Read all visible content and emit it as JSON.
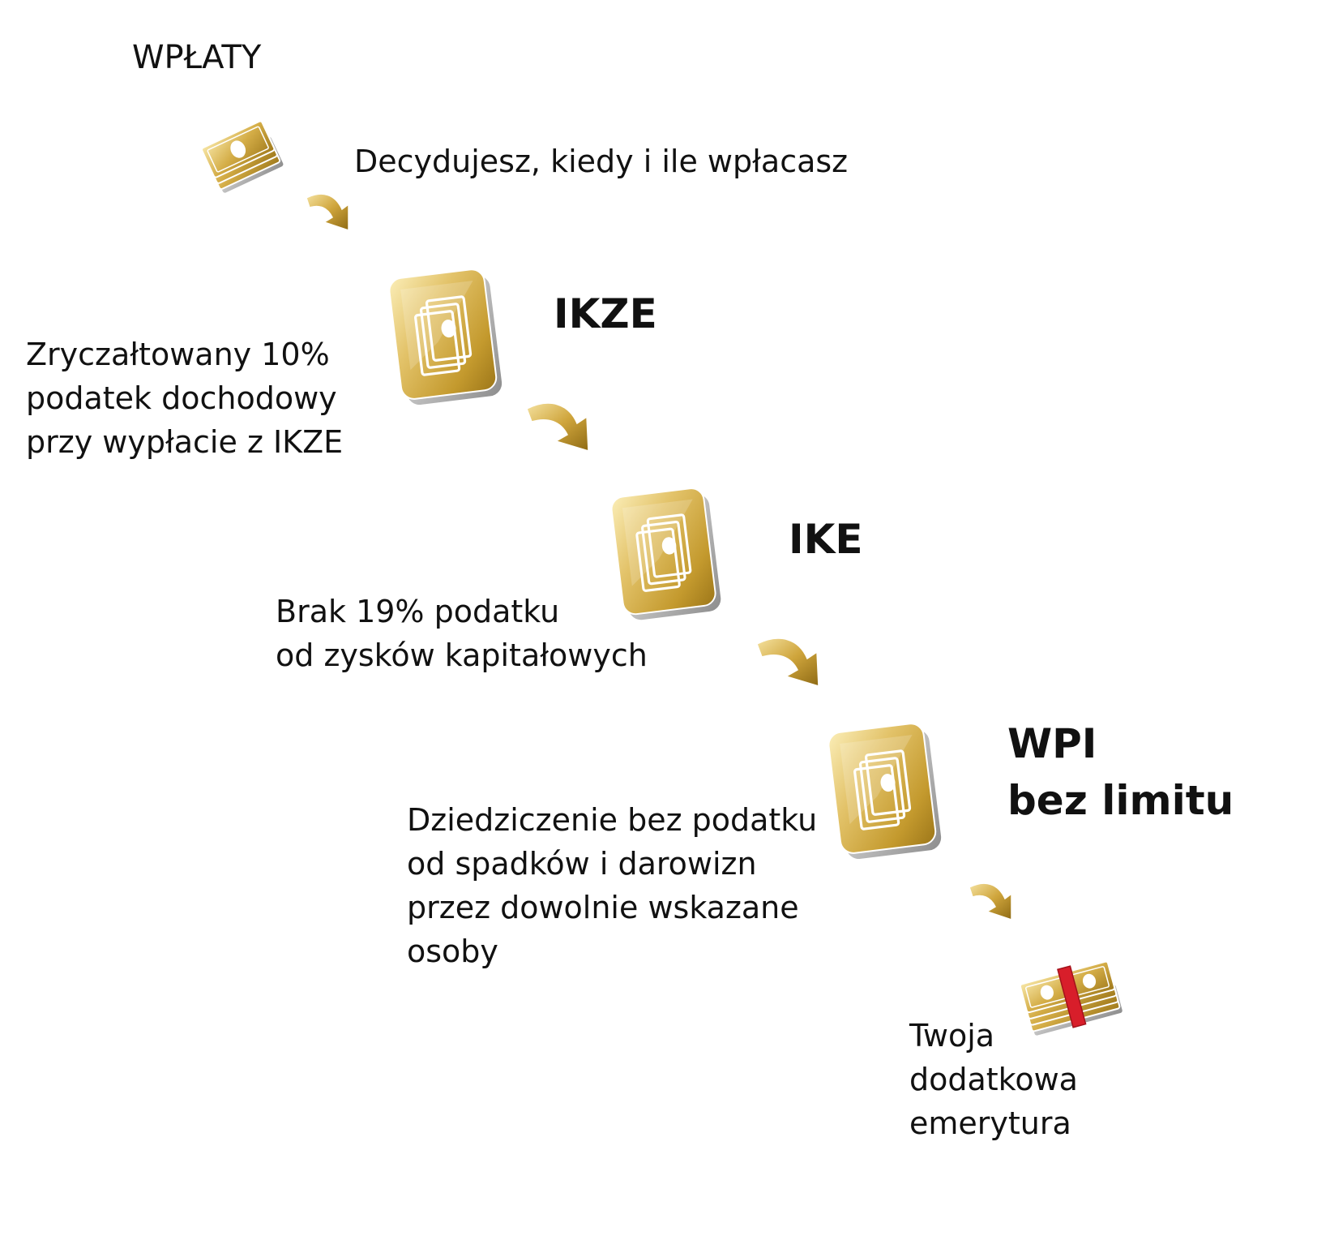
{
  "start": {
    "title": "WPŁATY",
    "description": "Decydujesz, kiedy i ile wpłacasz",
    "icon": "money-bills-icon"
  },
  "stages": [
    {
      "id": "ikze",
      "title_lines": [
        "IKZE"
      ],
      "description_lines": [
        "Zryczałtowany 10%",
        "podatek dochodowy",
        "przy wypłacie z IKZE"
      ],
      "icon": "gold-card-banknote-icon"
    },
    {
      "id": "ike",
      "title_lines": [
        "IKE"
      ],
      "description_lines": [
        "Brak 19% podatku",
        "od zysków kapitałowych"
      ],
      "icon": "gold-card-banknote-icon"
    },
    {
      "id": "wpi",
      "title_lines": [
        "WPI",
        "bez limitu"
      ],
      "description_lines": [
        "Dziedziczenie bez podatku",
        "od spadków i darowizn",
        "przez dowolnie wskazane",
        "osoby"
      ],
      "icon": "gold-card-banknote-icon"
    }
  ],
  "result": {
    "description_lines": [
      "Twoja",
      "dodatkowa",
      "emerytura"
    ],
    "icon": "money-stack-with-band-icon"
  },
  "colors": {
    "gold_light": "#f2de9a",
    "gold": "#c9a23a",
    "gold_dark": "#8e6a14",
    "band_red": "#d81e2a",
    "text": "#111111"
  }
}
